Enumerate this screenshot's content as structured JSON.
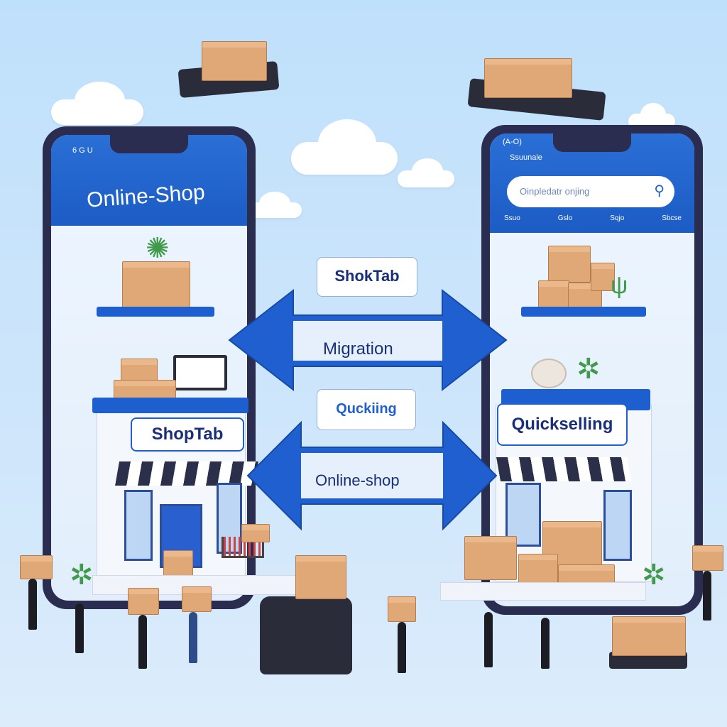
{
  "left_phone": {
    "title": "Online-Shop",
    "status": "6 G U",
    "store_sign": "ShopTab"
  },
  "right_phone": {
    "status": "(A-O)",
    "header_text": "Ssuunale",
    "search_placeholder": "Oinpledatr onjing",
    "nav_items": [
      "Ssuo",
      "Gslo",
      "Sqjo",
      "Sbcse"
    ],
    "store_sign": "Quickselling"
  },
  "center": {
    "top_badge": "ShokTab",
    "arrow1_label": "Migration",
    "mid_badge": "Quckiing",
    "arrow2_label": "Online-shop"
  },
  "colors": {
    "brand_blue": "#1f5fd0",
    "box": "#e0a777",
    "sky": "#c6e2fb"
  }
}
